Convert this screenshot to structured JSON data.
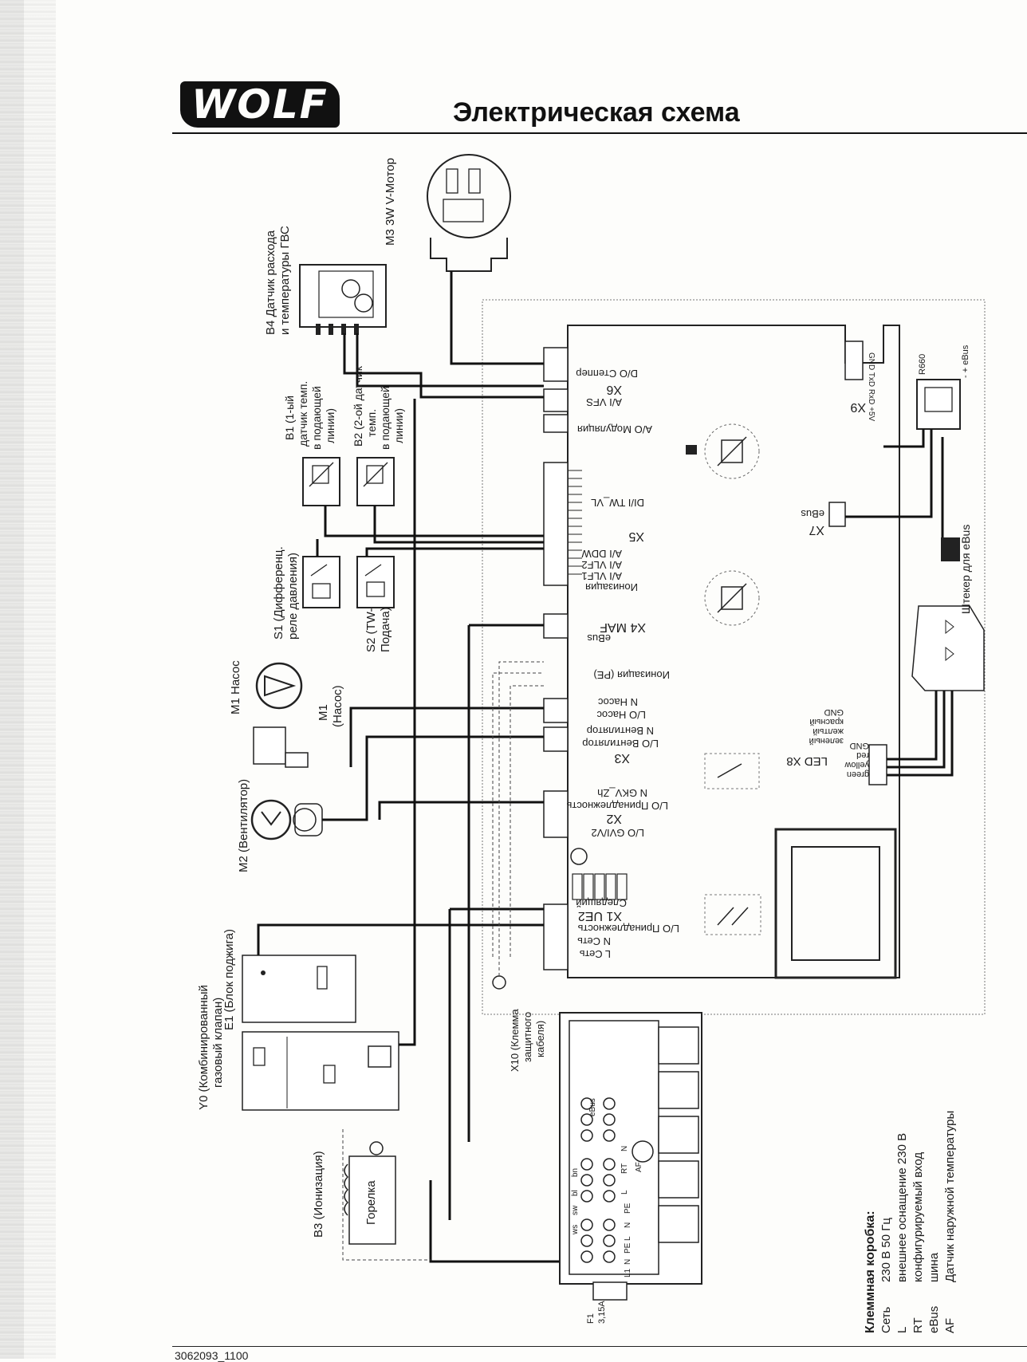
{
  "header": {
    "logo": "WOLF",
    "title": "Электрическая схема"
  },
  "components": {
    "m3": "M3 3W V-Мотор",
    "b4_1": "B4 Датчик расхода",
    "b4_2": "и температуры ГВС",
    "b1_1": "B1 (1-ый",
    "b1_2": "датчик темп.",
    "b1_3": "в подающей",
    "b1_4": "линии)",
    "b2_1": "B2 (2-ой датчик",
    "b2_2": "темп.",
    "b2_3": "в подающей",
    "b2_4": "линии)",
    "s1_1": "S1 (Дифференц.",
    "s1_2": "реле давления)",
    "s2_1": "S2 (TW-",
    "s2_2": "Подача)",
    "m1_pump": "M1 Насос",
    "m1_1": "M1",
    "m1_2": "(Насос)",
    "m2": "M2 (Вентилятор)",
    "e1": "E1 (Блок поджига)",
    "y0_1": "Y0 (Комбинированный",
    "y0_2": "газовый клапан)",
    "b3": "B3 (Ионизация)",
    "burner": "Горелка",
    "x10_1": "X10 (Клемма",
    "x10_2": "защитного",
    "x10_3": "кабеля)",
    "plug_ebus": "Штекер для eBus",
    "r660": "R660",
    "r660_ebus": "- + eBus",
    "fuse_1": "F1",
    "fuse_2": "3,15A"
  },
  "connectors": {
    "x1": "X1 UE2",
    "x1_l1": "L  Сеть",
    "x1_l2": "N Сеть",
    "x1_l3": "L/O Принадлежность",
    "x1_l4": "Следящий",
    "x2": "X2",
    "x2_l1": "L/O GVI/V2",
    "x2_l2": "L/O Принадлежность",
    "x2_l3": "N GKV_Zh",
    "x3": "X3",
    "x3_l1": "L/O Вентилятор",
    "x3_l2": "N Вентилятор",
    "x3_l3": "L/O Насос",
    "x3_l4": "N Насос",
    "x3_l5": "Ионизация (PE)",
    "x4": "X4 MAF",
    "x4_l1": "eBus",
    "x5": "X5",
    "x5_l1": "Ионизация",
    "x5_l2": "A/I VLF1",
    "x5_l3": "A/I VLF2",
    "x5_l4": "A/I DDW",
    "x5_l5": "DI/I TW_VL",
    "x6": "X6",
    "x6_l1": "A/O Модуляция",
    "x6_l2": "A/I VFS",
    "x6_l3": "D/O Степпер",
    "x7": "X7",
    "x7_l1": "eBus",
    "x8": "LED X8",
    "x8_c1": "green",
    "x8_c2": "yellow",
    "x8_c3": "red",
    "x8_c4": "GND",
    "x8_r1": "зеленый",
    "x8_r2": "желтый",
    "x8_r3": "красный",
    "x8_r4": "GND",
    "x9": "X9",
    "x9_pins": "GND TxD RxD +5V"
  },
  "terminals": {
    "row1": [
      "L1",
      "N",
      "PE",
      "L",
      "N",
      "PE"
    ],
    "row2": [
      "L",
      "RT",
      "N"
    ],
    "row3": [
      "AF",
      "eBus"
    ],
    "wire_colors": [
      "bn",
      "bl",
      "sw",
      "ws"
    ]
  },
  "legend": {
    "heading": "Клеммная коробка:",
    "items": [
      {
        "key": "Сеть",
        "value": "230 В 50 Гц"
      },
      {
        "key": "L",
        "value": "внешнее оснащение 230 В"
      },
      {
        "key": "RT",
        "value": "конфигурируемый вход"
      },
      {
        "key": "eBus",
        "value": "шина"
      },
      {
        "key": "AF",
        "value": "Датчик наружной температуры"
      }
    ]
  },
  "footer": {
    "doc": "3062093_1100"
  }
}
